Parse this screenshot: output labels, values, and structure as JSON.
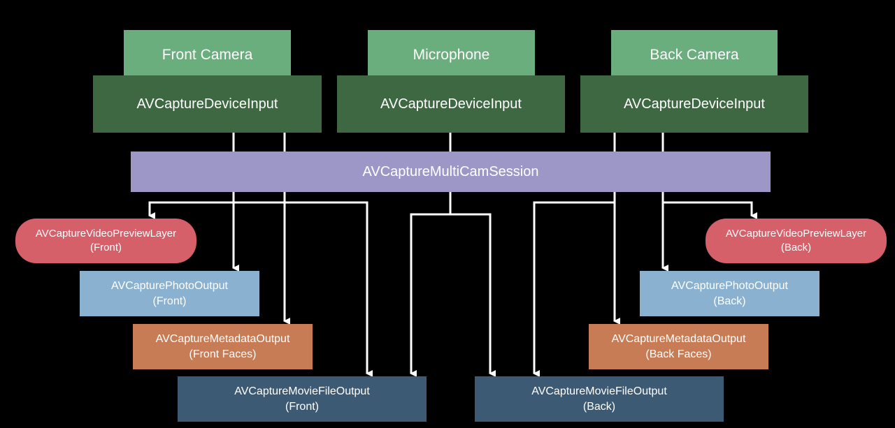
{
  "colors": {
    "background": "#000000",
    "device": "#6aae7d",
    "input": "#3d6842",
    "session": "#9d97c8",
    "preview": "#d6606a",
    "photo": "#8ab1cf",
    "metadata": "#c77c55",
    "movie": "#3c5a73",
    "connector": "#ffffff"
  },
  "devices": {
    "front": "Front Camera",
    "mic": "Microphone",
    "back": "Back Camera"
  },
  "inputs": {
    "front": "AVCaptureDeviceInput",
    "mic": "AVCaptureDeviceInput",
    "back": "AVCaptureDeviceInput"
  },
  "session": "AVCaptureMultiCamSession",
  "outputs": {
    "preview_front": {
      "name": "AVCaptureVideoPreviewLayer",
      "qualifier": "(Front)"
    },
    "preview_back": {
      "name": "AVCaptureVideoPreviewLayer",
      "qualifier": "(Back)"
    },
    "photo_front": {
      "name": "AVCapturePhotoOutput",
      "qualifier": "(Front)"
    },
    "photo_back": {
      "name": "AVCapturePhotoOutput",
      "qualifier": "(Back)"
    },
    "metadata_front": {
      "name": "AVCaptureMetadataOutput",
      "qualifier": "(Front Faces)"
    },
    "metadata_back": {
      "name": "AVCaptureMetadataOutput",
      "qualifier": "(Back Faces)"
    },
    "movie_front": {
      "name": "AVCaptureMovieFileOutput",
      "qualifier": "(Front)"
    },
    "movie_back": {
      "name": "AVCaptureMovieFileOutput",
      "qualifier": "(Back)"
    }
  }
}
